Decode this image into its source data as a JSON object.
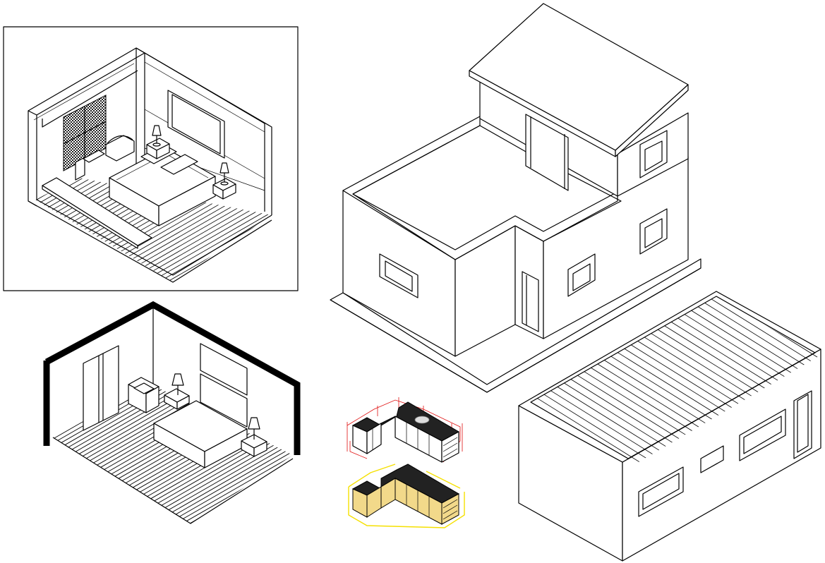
{
  "drawing": {
    "background": "#ffffff",
    "line_color": "#000000",
    "accent_red": "#e01010",
    "accent_yellow": "#f5e000",
    "cabinet_fill": "#f2d98a",
    "countertop_fill": "#222222"
  },
  "views": [
    {
      "name": "bedroom-isometric-detailed",
      "framed": true
    },
    {
      "name": "two-storey-house-isometric"
    },
    {
      "name": "bedroom-isometric-simple"
    },
    {
      "name": "kitchen-cabinet-isometric-dimensioned",
      "dimension_color": "#e01010"
    },
    {
      "name": "kitchen-cabinet-isometric-colored",
      "outline_color": "#f5e000"
    },
    {
      "name": "single-storey-house-isometric"
    }
  ]
}
